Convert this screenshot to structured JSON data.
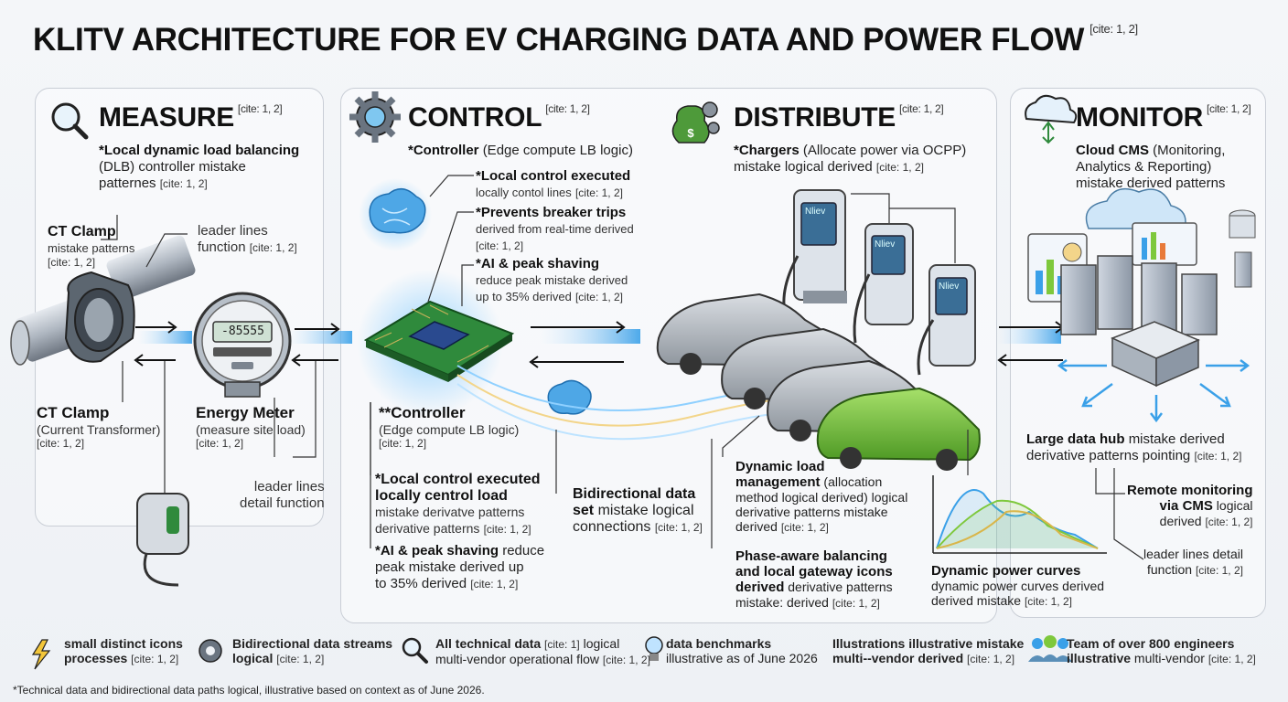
{
  "title": {
    "text": "KLITV ARCHITECTURE FOR EV CHARGING DATA AND POWER FLOW",
    "cite": "[cite: 1, 2]"
  },
  "measure": {
    "heading": "MEASURE",
    "cite": "[cite: 1, 2]",
    "desc_bold": "*Local dynamic load balancing",
    "desc_rest": "(DLB) controller mistake",
    "desc_rest2": "patternes",
    "desc_cite": "[cite: 1, 2]",
    "ct_top_title": "CT Clamp",
    "ct_top_sub": "mistake patterns",
    "ct_top_cite": "[cite: 1, 2]",
    "leader_a": "leader lines",
    "leader_a2": "function",
    "leader_a_cite": "[cite: 1, 2]",
    "meter_reading": "-85555",
    "ct_bottom_title": "CT Clamp",
    "ct_bottom_sub": "(Current Transformer)",
    "ct_bottom_cite": "[cite: 1, 2]",
    "meter_title": "Energy Meter",
    "meter_sub": "(measure site load)",
    "meter_cite": "[cite: 1, 2]",
    "leader_b": "leader lines",
    "leader_b2": "detail function"
  },
  "control": {
    "heading": "CONTROL",
    "cite": "[cite: 1, 2]",
    "desc_bold": "*Controller",
    "desc_rest": "(Edge compute LB logic)",
    "n1_bold": "*Local control executed",
    "n1_rest": "locally contol lines",
    "n1_cite": "[cite: 1, 2]",
    "n2_bold": "*Prevents breaker trips",
    "n2_rest": "derived from real-time derived",
    "n2_cite": "[cite: 1, 2]",
    "n3_bold": "*AI & peak shaving",
    "n3_rest": "reduce peak mistake derived",
    "n3_rest2": "up to 35% derived",
    "n3_cite": "[cite: 1, 2]",
    "b1_bold": "**Controller",
    "b1_rest": "(Edge compute LB logic)",
    "b1_cite": "[cite: 1, 2]",
    "b2_bold": "*Local control executed",
    "b2_bold2": "locally centrol load",
    "b2_rest": "mistake derivatve patterns",
    "b2_rest2": "derivative patterns",
    "b2_cite": "[cite: 1, 2]",
    "b3_bold": "*AI & peak shaving",
    "b3_rest": "reduce",
    "b3_rest2": "peak mistake derived up",
    "b3_rest3": "to 35% derived",
    "b3_cite": "[cite: 1, 2]",
    "bd_bold": "Bidirectional data",
    "bd_bold2": "set",
    "bd_rest": "mistake logical",
    "bd_rest2": "connections",
    "bd_cite": "[cite: 1, 2]"
  },
  "distribute": {
    "heading": "DISTRIBUTE",
    "cite": "[cite: 1, 2]",
    "desc_bold": "*Chargers",
    "desc_rest": "(Allocate power via OCPP)",
    "desc_rest2": "mistake logical derived",
    "desc_cite": "[cite: 1, 2]",
    "charger_label": "Nliev",
    "d1_bold": "Dynamic load",
    "d1_bold2": "management",
    "d1_rest": "(allocation",
    "d1_rest2": "method logical derived) logical",
    "d1_rest3": "derivative patterns mistake",
    "d1_rest4": "derived",
    "d1_cite": "[cite: 1, 2]",
    "d2_bold": "Phase-aware balancing",
    "d2_bold2": "and local gateway icons",
    "d2_bold3": "derived",
    "d2_rest": "derivative patterns",
    "d2_rest2": "mistake: derived",
    "d2_cite": "[cite: 1, 2]",
    "curve_bold": "Dynamic power curves",
    "curve_rest": "dynamic power curves derived",
    "curve_rest2": "derived mistake",
    "curve_cite": "[cite: 1, 2]"
  },
  "monitor": {
    "heading": "MONITOR",
    "cite": "[cite: 1, 2]",
    "desc_bold": "Cloud CMS",
    "desc_rest": "(Monitoring,",
    "desc_rest2": "Analytics & Reporting)",
    "desc_rest3": "mistake derived patterns",
    "hub_bold": "Large data hub",
    "hub_rest": "mistake derived",
    "hub_rest2": "derivative patterns pointing",
    "hub_cite": "[cite: 1, 2]",
    "rm_bold": "Remote monitoring",
    "rm_bold2": "via CMS",
    "rm_rest": "logical",
    "rm_rest2": "derived",
    "rm_cite": "[cite: 1, 2]",
    "ll_rest": "leader lines detail",
    "ll_rest2": "function",
    "ll_cite": "[cite: 1, 2]"
  },
  "legend": [
    {
      "icon": "lightning-icon",
      "bold": "small distinct icons",
      "bold2": "processes",
      "rest": "",
      "cite": "[cite: 1, 2]"
    },
    {
      "icon": "gear-icon",
      "bold": "Bidirectional data streams",
      "bold2": "logical",
      "rest": "",
      "cite": "[cite: 1, 2]"
    },
    {
      "icon": "magnifier-icon",
      "bold": "All technical data",
      "bold2": "",
      "rest": "logical",
      "rest2": "multi-vendor operational flow",
      "cite": "[cite: 1]",
      "cite2": "[cite: 1, 2]"
    },
    {
      "icon": "lightbulb-icon",
      "bold": "data benchmarks",
      "rest2": "illustrative as of June 2026",
      "cite": ""
    },
    {
      "icon": "",
      "bold": "Illustrations illustrative mistake",
      "bold2": "multi--vendor derived",
      "cite": "[cite: 1, 2]"
    },
    {
      "icon": "team-icon",
      "bold": "Team of over 800 engineers",
      "bold2": "illustrative",
      "rest2": "multi-vendor",
      "cite": "[cite: 1, 2]"
    }
  ],
  "footer": "*Technical data and bidirectional data paths logical, illustrative based on context as of June 2026.",
  "colors": {
    "accent_blue": "#3aa0e8",
    "ev_green": "#7ec83c",
    "chip_green": "#2f8a3c",
    "dark": "#111111"
  }
}
